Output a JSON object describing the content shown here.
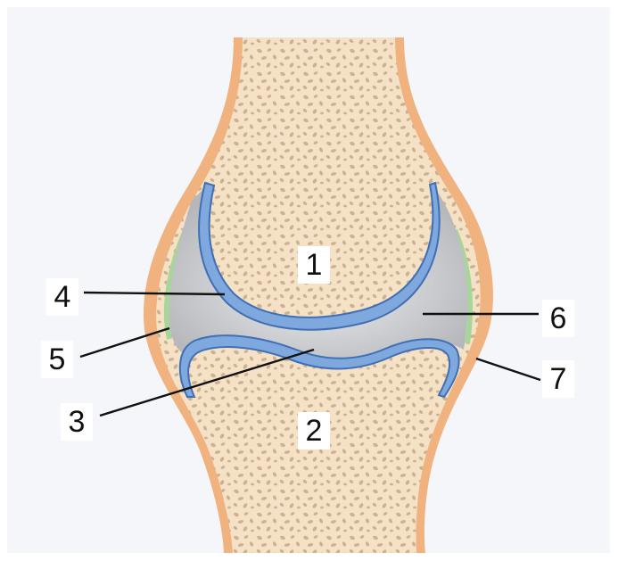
{
  "diagram": {
    "labels": {
      "l1": "1",
      "l2": "2",
      "l3": "3",
      "l4": "4",
      "l5": "5",
      "l6": "6",
      "l7": "7"
    },
    "colors": {
      "background": "#f4f6f9",
      "periosteum": "#f0b37f",
      "spongy_bone": "#f5e1c5",
      "bone_pores": "#cdb292",
      "articular_cartilage": "#7ea8de",
      "synovial_cavity": "#c8c9cc",
      "synovial_membrane": "#a8d59a",
      "leader_lines": "#111111"
    }
  }
}
